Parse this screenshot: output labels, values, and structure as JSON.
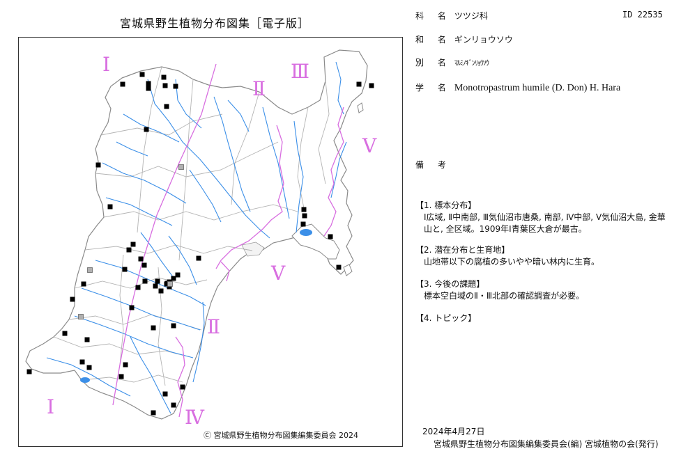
{
  "header": {
    "title": "宮城県野生植物分布図集［電子版］"
  },
  "record": {
    "id_label": "ID 22535",
    "family": {
      "key": "科 名",
      "value": "ツツジ科"
    },
    "japanese_name": {
      "key": "和 名",
      "value": "ギンリョウソウ"
    },
    "alias": {
      "key": "別 名",
      "value": "ﾏﾙﾐﾉｷﾞﾝﾘｮｳｿｳ"
    },
    "scientific_name": {
      "key": "学 名",
      "value": "Monotropastrum humile (D. Don) H. Hara"
    },
    "remarks": {
      "key": "備 考",
      "value": ""
    }
  },
  "sections": [
    {
      "heading": "【1. 標本分布】",
      "body": "Ⅰ広域, Ⅱ中南部, Ⅲ気仙沼市唐桑, 南部, Ⅳ中部, Ⅴ気仙沼大島, 金華山と, 全区域。1909年Ⅰ青葉区大倉が最古。"
    },
    {
      "heading": "【2. 潜在分布と生育地】",
      "body": "山地帯以下の腐植の多いやや暗い林内に生育。"
    },
    {
      "heading": "【3. 今後の課題】",
      "body": "標本空白域のⅡ・Ⅲ北部の確認調査が必要。"
    },
    {
      "heading": "【4. トピック】",
      "body": ""
    }
  ],
  "map": {
    "copyright": "Ⓒ 宮城県野生植物分布図集編集委員会 2024",
    "zone_labels": [
      "Ⅰ",
      "Ⅱ",
      "Ⅲ",
      "Ⅴ",
      "Ⅴ",
      "Ⅱ",
      "Ⅰ",
      "Ⅳ"
    ],
    "colors": {
      "river": "#3b8fe8",
      "boundary": "#b4b4b4",
      "zone_line": "#d86ee0",
      "marker": "#000000",
      "marker_gray": "#b0b0b0"
    }
  },
  "footer": {
    "date": "2024年4月27日",
    "publisher": "宮城県野生植物分布図集編集委員会(編) 宮城植物の会(発行)"
  }
}
